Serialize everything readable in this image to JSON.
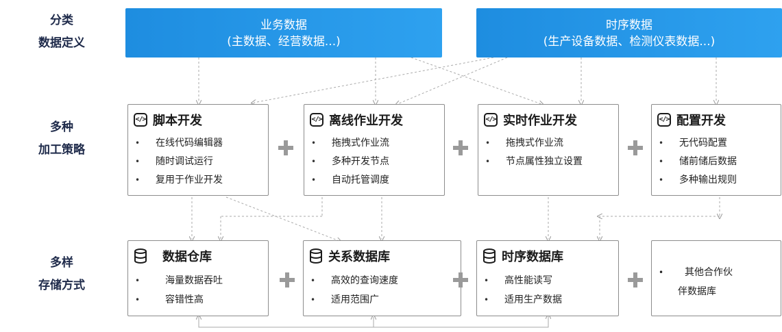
{
  "row_labels": {
    "row1": [
      "分类",
      "数据定义"
    ],
    "row2": [
      "多种",
      "加工策略"
    ],
    "row3": [
      "多样",
      "存储方式"
    ]
  },
  "sources": [
    {
      "title": "业务数据",
      "subtitle": "(主数据、经营数据...)"
    },
    {
      "title": "时序数据",
      "subtitle": "(生产设备数据、检测仪表数据...)"
    }
  ],
  "processing": [
    {
      "title": "脚本开发",
      "icon": "code-icon",
      "bullets": [
        "在线代码编辑器",
        "随时调试运行",
        "复用于作业开发"
      ]
    },
    {
      "title": "离线作业开发",
      "icon": "code-icon",
      "bullets": [
        "拖拽式作业流",
        "多种开发节点",
        "自动托管调度"
      ]
    },
    {
      "title": "实时作业开发",
      "icon": "code-icon",
      "bullets": [
        "拖拽式作业流",
        "节点属性独立设置"
      ]
    },
    {
      "title": "配置开发",
      "icon": "code-icon",
      "bullets": [
        "无代码配置",
        "储前储后数据",
        "多种输出规则"
      ]
    }
  ],
  "storage": [
    {
      "title": "数据仓库",
      "icon": "database-icon",
      "bullets": [
        "海量数据吞吐",
        "容错性高"
      ]
    },
    {
      "title": "关系数据库",
      "icon": "database-icon",
      "bullets": [
        "高效的查询速度",
        "适用范围广"
      ]
    },
    {
      "title": "时序数据库",
      "icon": "database-icon",
      "bullets": [
        "高性能读写",
        "适用生产数据"
      ]
    },
    {
      "title": "",
      "icon": "",
      "bullets": [
        "其他合作伙伴数据库"
      ],
      "partner_line1": "其他合作伙",
      "partner_line2": "伴数据库"
    }
  ],
  "bullet_glyph": "•",
  "colors": {
    "source_blue": "#1e8de0",
    "label_navy": "#1e2a4a",
    "plus_gray": "#9a9a9a",
    "line_gray": "#aaaaaa"
  }
}
